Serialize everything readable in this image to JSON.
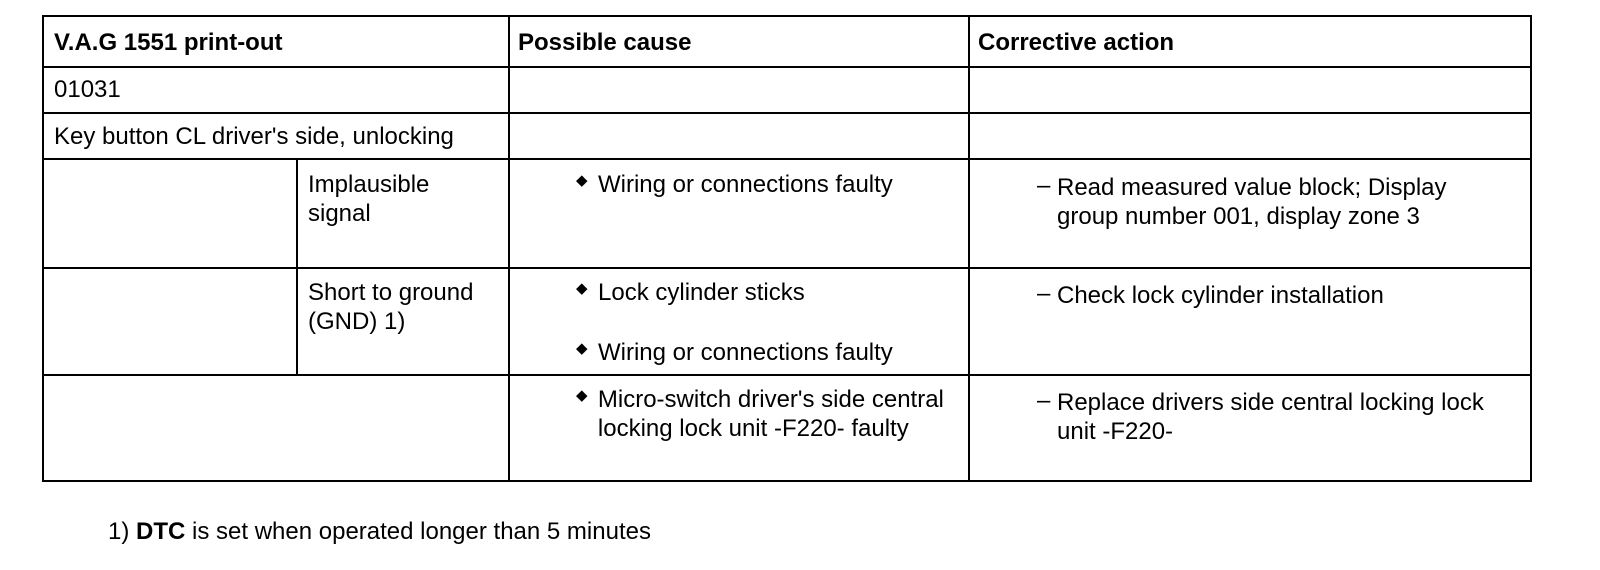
{
  "table": {
    "headers": {
      "printout": "V.A.G 1551 print-out",
      "cause": "Possible cause",
      "action": "Corrective action"
    },
    "fault_code": "01031",
    "fault_name": "Key button CL driver's side, unlocking",
    "rows": [
      {
        "symptom": "Implausible signal",
        "causes": [
          "Wiring or connections faulty"
        ],
        "actions": [
          "Read measured value block; Display group number 001, display zone 3"
        ]
      },
      {
        "symptom": "Short to ground (GND) 1)",
        "causes": [
          "Lock cylinder sticks",
          "Wiring or connections faulty"
        ],
        "actions": [
          "Check lock cylinder installation"
        ]
      },
      {
        "symptom": "",
        "causes": [
          "Micro-switch driver's side central locking lock unit -F220- faulty"
        ],
        "actions": [
          "Replace drivers side central locking lock unit -F220-"
        ]
      }
    ],
    "bullet_symbol": "◆",
    "dash_symbol": "–"
  },
  "footnote": {
    "marker": "1)",
    "lead": "DTC",
    "rest": "is set when operated longer than 5 minutes"
  }
}
